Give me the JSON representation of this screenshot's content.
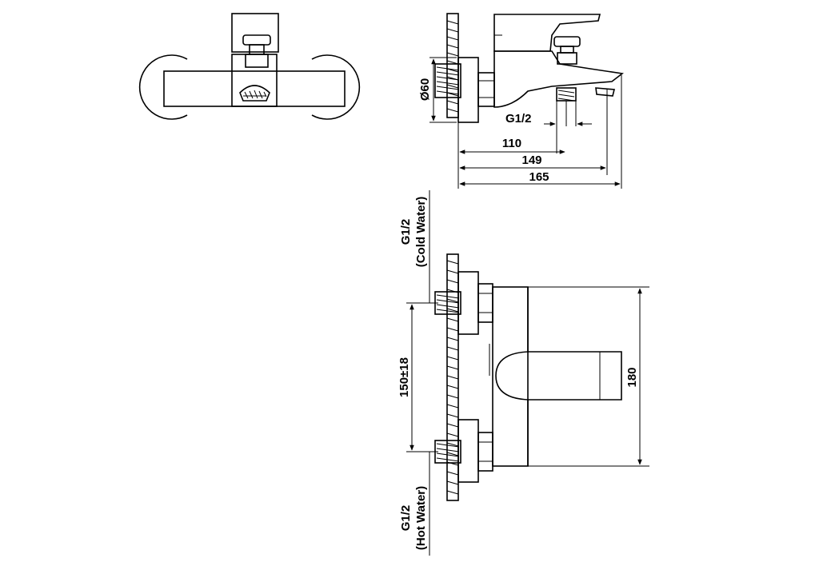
{
  "dimensions": {
    "diameter": "Ø60",
    "thread_spout": "G1/2",
    "d110": "110",
    "d149": "149",
    "d165": "165",
    "spacing": "150±18",
    "height": "180"
  },
  "labels": {
    "cold_thread": "G1/2",
    "cold_water": "(Cold Water)",
    "hot_thread": "G1/2",
    "hot_water": "(Hot Water)"
  },
  "colors": {
    "line": "#000000",
    "background": "#ffffff"
  }
}
